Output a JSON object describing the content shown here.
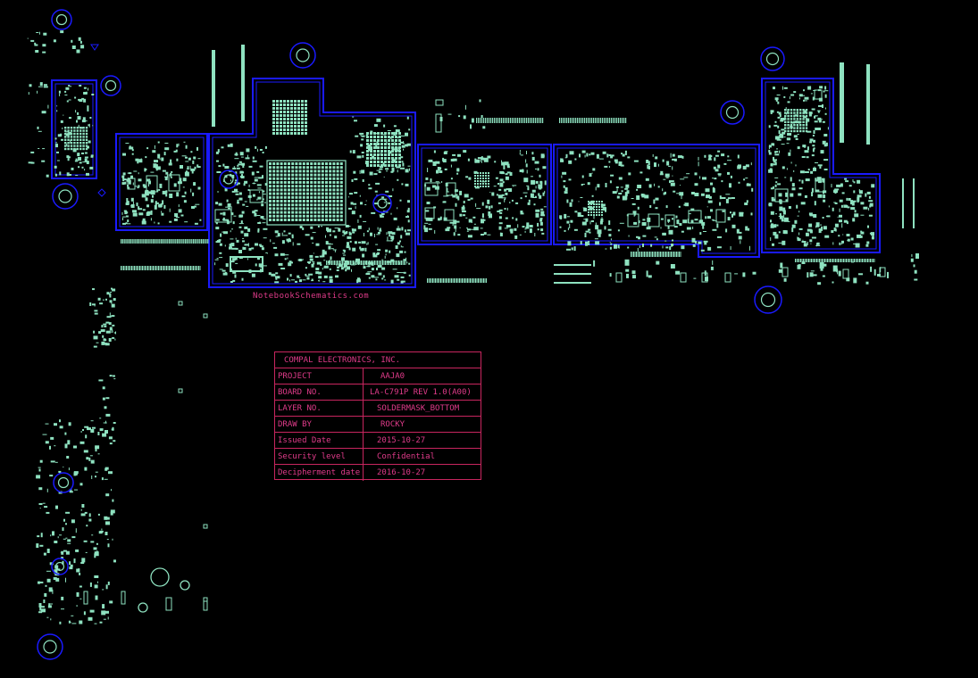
{
  "watermark": "NotebookSchematics.com",
  "title_block": {
    "company": "COMPAL ELECTRONICS, INC.",
    "rows": [
      {
        "label": "PROJECT",
        "value": "AAJA0"
      },
      {
        "label": "BOARD NO.",
        "value": "LA-C791P REV 1.0(A00)"
      },
      {
        "label": "LAYER NO.",
        "value": "SOLDERMASK_BOTTOM"
      },
      {
        "label": "DRAW BY",
        "value": "ROCKY"
      },
      {
        "label": "Issued Date",
        "value": "2015-10-27"
      },
      {
        "label": "Security level",
        "value": "Confidential"
      },
      {
        "label": "Decipherment date",
        "value": "2016-10-27"
      }
    ]
  },
  "colors": {
    "background": "#000000",
    "outline": "#1a1aff",
    "pad": "#8ee2c0",
    "title_text": "#e03b8a",
    "title_border": "#c8265f"
  }
}
